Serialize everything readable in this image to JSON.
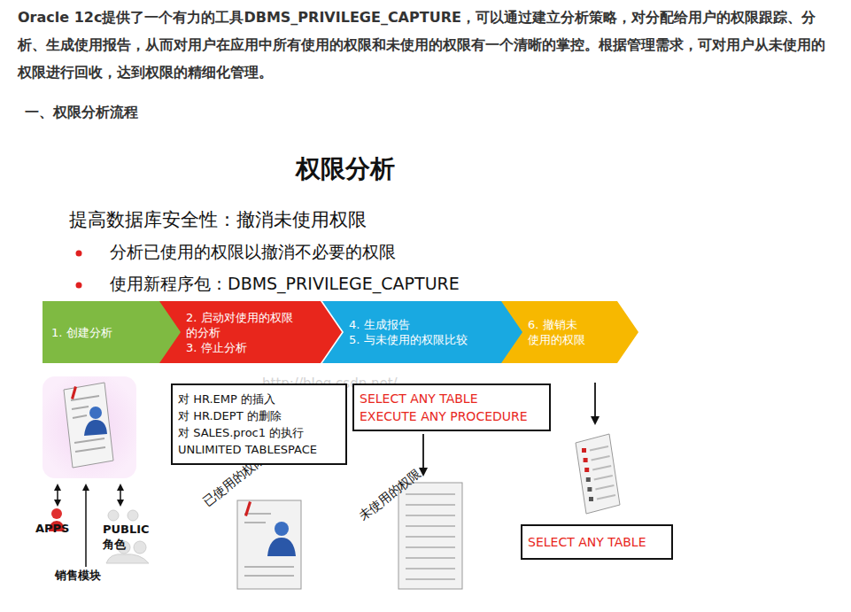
{
  "diagram": {
    "title": "权限分析",
    "nodes": [
      {
        "text": [
          "1. 创建分析"
        ]
      },
      {
        "text": [
          "2. 启动对使用的权限的分析",
          "3. 停止分析"
        ]
      },
      {
        "text": [
          "4. 生成报告",
          "5. 与未使用的权限比较"
        ]
      },
      {
        "text": [
          "6. 撤销未使用的权限"
        ]
      },
      {
        "text": [
          "对 HR.EMP 的插入",
          "对 HR.DEPT 的删除",
          "对 SALES.proc1 的执行",
          "UNLIMITED TABLESPACE"
        ]
      },
      {
        "text": [
          "SELECT ANY TABLE",
          "EXECUTE ANY PROCEDURE"
        ]
      },
      {
        "text": [
          "SELECT ANY TABLE"
        ]
      }
    ],
    "labels": [
      "Oracle 12c提供了一个有力的工具DBMS_PRIVILEGE_CAPTURE，可以通过建立分析策略，对分配给用户的权限跟踪、分析、生成使用报告，从而对用户在应用中所有使用的权限和未使用的权限有一个清晰的掌控。根据管理需求，可对用户从未使用的权限进行回收，达到权限的精细化管理。",
      "一、权限分析流程",
      "提高数据库安全性：撤消未使用权限",
      "分析已使用的权限以撤消不必要的权限",
      "使用新程序包：DBMS_PRIVILEGE_CAPTURE",
      "已使用的权限",
      "未使用的权限",
      "APPS",
      "PUBLIC 角色",
      "销售模块",
      "http://blog.csdn.net/"
    ]
  }
}
